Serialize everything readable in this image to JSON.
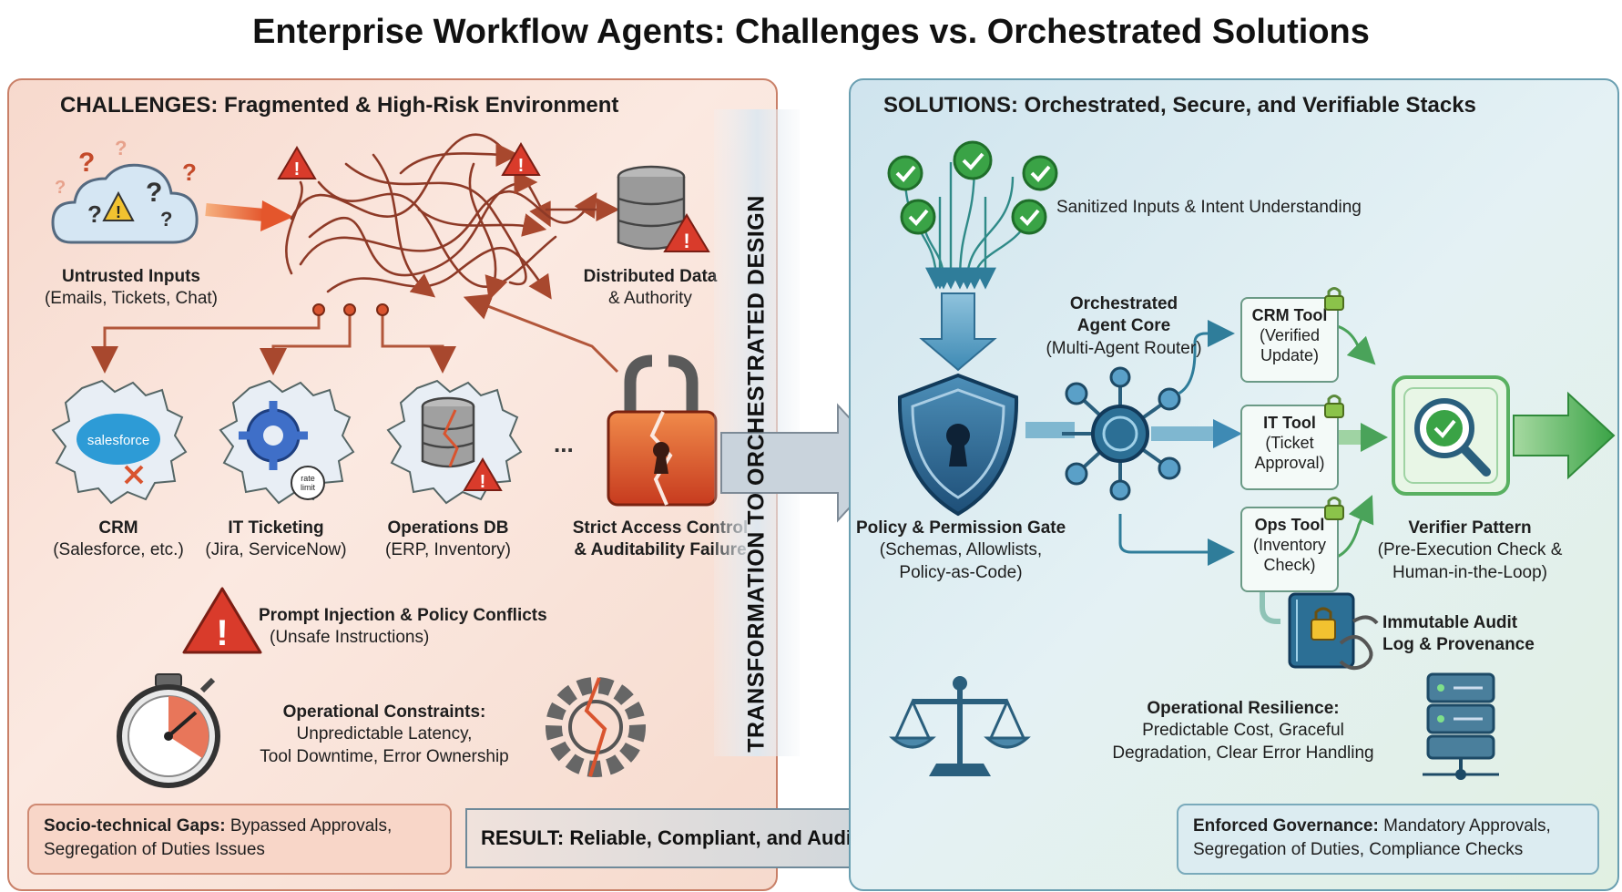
{
  "title": "Enterprise Workflow Agents: Challenges vs. Orchestrated Solutions",
  "colors": {
    "challenge_accent": "#d9542f",
    "solution_accent": "#2f7d9a",
    "verify_accent": "#3aa346"
  },
  "challenges": {
    "heading": "CHALLENGES: Fragmented & High-Risk Environment",
    "untrusted": {
      "title": "Untrusted Inputs",
      "sub": "(Emails, Tickets, Chat)"
    },
    "distributed": {
      "title": "Distributed Data",
      "sub": "& Authority"
    },
    "crm": {
      "title": "CRM",
      "sub": "(Salesforce, etc.)",
      "logo": "salesforce"
    },
    "it": {
      "title": "IT Ticketing",
      "sub": "(Jira, ServiceNow)",
      "badge": "rate limit"
    },
    "ops": {
      "title": "Operations DB",
      "sub": "(ERP, Inventory)"
    },
    "ellipsis": "...",
    "access": {
      "title1": "Strict Access Control",
      "title2": "& Auditability Failure"
    },
    "injection": {
      "title": "Prompt Injection & Policy Conflicts",
      "sub": "(Unsafe Instructions)"
    },
    "constraints": {
      "title": "Operational Constraints:",
      "line1": "Unpredictable Latency,",
      "line2": "Tool Downtime, Error Ownership"
    },
    "gaps": {
      "bold": "Socio-technical Gaps:",
      "rest": "Bypassed Approvals,",
      "line2": "Segregation of Duties Issues"
    }
  },
  "transformation": "TRANSFORMATION TO ORCHESTRATED DESIGN",
  "result": "RESULT: Reliable, Compliant, and Auditable Enterprise Automation",
  "solutions": {
    "heading": "SOLUTIONS: Orchestrated, Secure, and Verifiable Stacks",
    "sanitized": "Sanitized Inputs & Intent Understanding",
    "core": {
      "line1": "Orchestrated",
      "line2": "Agent Core",
      "sub": "(Multi-Agent Router)"
    },
    "gate": {
      "title": "Policy & Permission Gate",
      "sub1": "(Schemas, Allowlists,",
      "sub2": "Policy-as-Code)"
    },
    "tools": [
      {
        "name": "CRM Tool",
        "l1": "(Verified",
        "l2": "Update)"
      },
      {
        "name": "IT Tool",
        "l1": "(Ticket",
        "l2": "Approval)"
      },
      {
        "name": "Ops Tool",
        "l1": "(Inventory",
        "l2": "Check)"
      }
    ],
    "verifier": {
      "title": "Verifier Pattern",
      "sub1": "(Pre-Execution Check &",
      "sub2": "Human-in-the-Loop)"
    },
    "audit": {
      "line1": "Immutable Audit",
      "line2": "Log & Provenance"
    },
    "resilience": {
      "title": "Operational Resilience:",
      "line1": "Predictable Cost, Graceful",
      "line2": "Degradation, Clear Error Handling"
    },
    "governance": {
      "bold": "Enforced Governance:",
      "rest": "Mandatory Approvals,",
      "line2": "Segregation of Duties, Compliance Checks"
    }
  }
}
